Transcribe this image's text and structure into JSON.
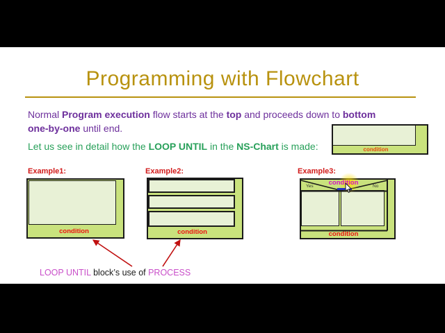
{
  "colors": {
    "gold": "#b8920f",
    "purple": "#6d2f9c",
    "green": "#28a05a",
    "label-red": "#d11919",
    "cond-red": "#ee1111",
    "cond-orange": "#e84a0e",
    "magenta-bright": "#d411c4",
    "magenta-soft": "#c94fc9",
    "arrow-red": "#c01010",
    "shape-bright": "#c9e27d",
    "shape-pale": "#e8f1d6",
    "ink": "#1a1a1a",
    "blue-mark": "#2633c0"
  },
  "slide": {
    "title": "Programming with Flowchart",
    "intro_line1": [
      {
        "text": "Normal "
      },
      {
        "text": "Program execution",
        "bold": true
      },
      {
        "text": " flow starts at the "
      },
      {
        "text": "top",
        "bold": true
      },
      {
        "text": " and proceeds down to "
      },
      {
        "text": "bottom",
        "bold": true
      }
    ],
    "intro_line2": [
      {
        "text": "one-by-one",
        "bold": true
      },
      {
        "text": " until end."
      }
    ],
    "lead_line": [
      {
        "text": "Let us see in detail how the "
      },
      {
        "text": "LOOP UNTIL",
        "bold": true
      },
      {
        "text": " in the "
      },
      {
        "text": "NS-Chart",
        "bold": true
      },
      {
        "text": " is made:"
      }
    ],
    "mini_chart": {
      "condition_label": "condition"
    },
    "examples": [
      {
        "label": "Example1:",
        "condition_label": "condition"
      },
      {
        "label": "Example2:",
        "condition_label": "condition"
      },
      {
        "label": "Example3:",
        "condition_label": "condition",
        "top_condition_label": "condition",
        "yes_label": "Yes",
        "no_label": "No"
      }
    ],
    "caption": [
      {
        "text": "LOOP UNTIL ",
        "color": "#c94fc9"
      },
      {
        "text": "block’s use of ",
        "color": "#1a1a1a"
      },
      {
        "text": "PROCESS",
        "color": "#c94fc9"
      }
    ]
  }
}
